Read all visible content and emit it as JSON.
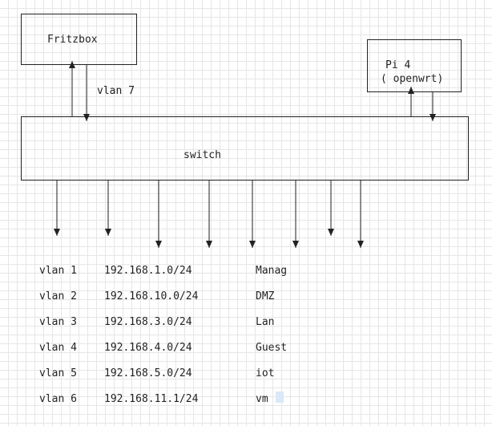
{
  "nodes": {
    "fritzbox": {
      "label": "Fritzbox"
    },
    "pi": {
      "line1": "Pi 4",
      "line2": "( openwrt)"
    },
    "switch": {
      "label": "switch"
    }
  },
  "edge_labels": {
    "fritz_switch": "vlan 7"
  },
  "vlan_rows": [
    {
      "vlan": "vlan 1",
      "subnet": "192.168.1.0/24",
      "name": "Manag"
    },
    {
      "vlan": "vlan 2",
      "subnet": "192.168.10.0/24",
      "name": "DMZ"
    },
    {
      "vlan": "vlan 3",
      "subnet": "192.168.3.0/24",
      "name": "Lan"
    },
    {
      "vlan": "vlan 4",
      "subnet": "192.168.4.0/24",
      "name": "Guest"
    },
    {
      "vlan": "vlan 5",
      "subnet": "192.168.5.0/24",
      "name": "iot"
    },
    {
      "vlan": "vlan 6",
      "subnet": "192.168.11.1/24",
      "name": "vm"
    }
  ],
  "colors": {
    "stroke": "#222222",
    "grid": "#e6e6e6",
    "selection": "#dbe8f7"
  }
}
